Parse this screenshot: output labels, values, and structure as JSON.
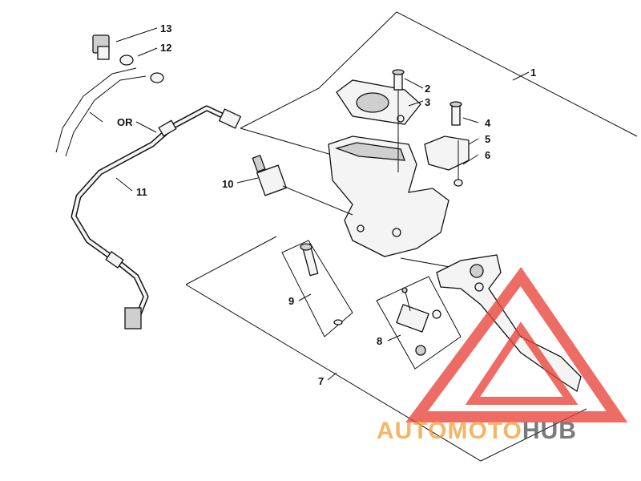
{
  "callouts": {
    "c1": "1",
    "c2": "2",
    "c3": "3",
    "c4": "4",
    "c5": "5",
    "c6": "6",
    "c7": "7",
    "c8": "8",
    "c9": "9",
    "c10": "10",
    "c11": "11",
    "c12": "12",
    "c13": "13",
    "or": "OR"
  },
  "watermark": {
    "part1": "AUTOMOTO",
    "part2": "HUB",
    "color_main": "#f0a23a",
    "color_accent": "#555555",
    "triangle_color": "#e8443a"
  }
}
